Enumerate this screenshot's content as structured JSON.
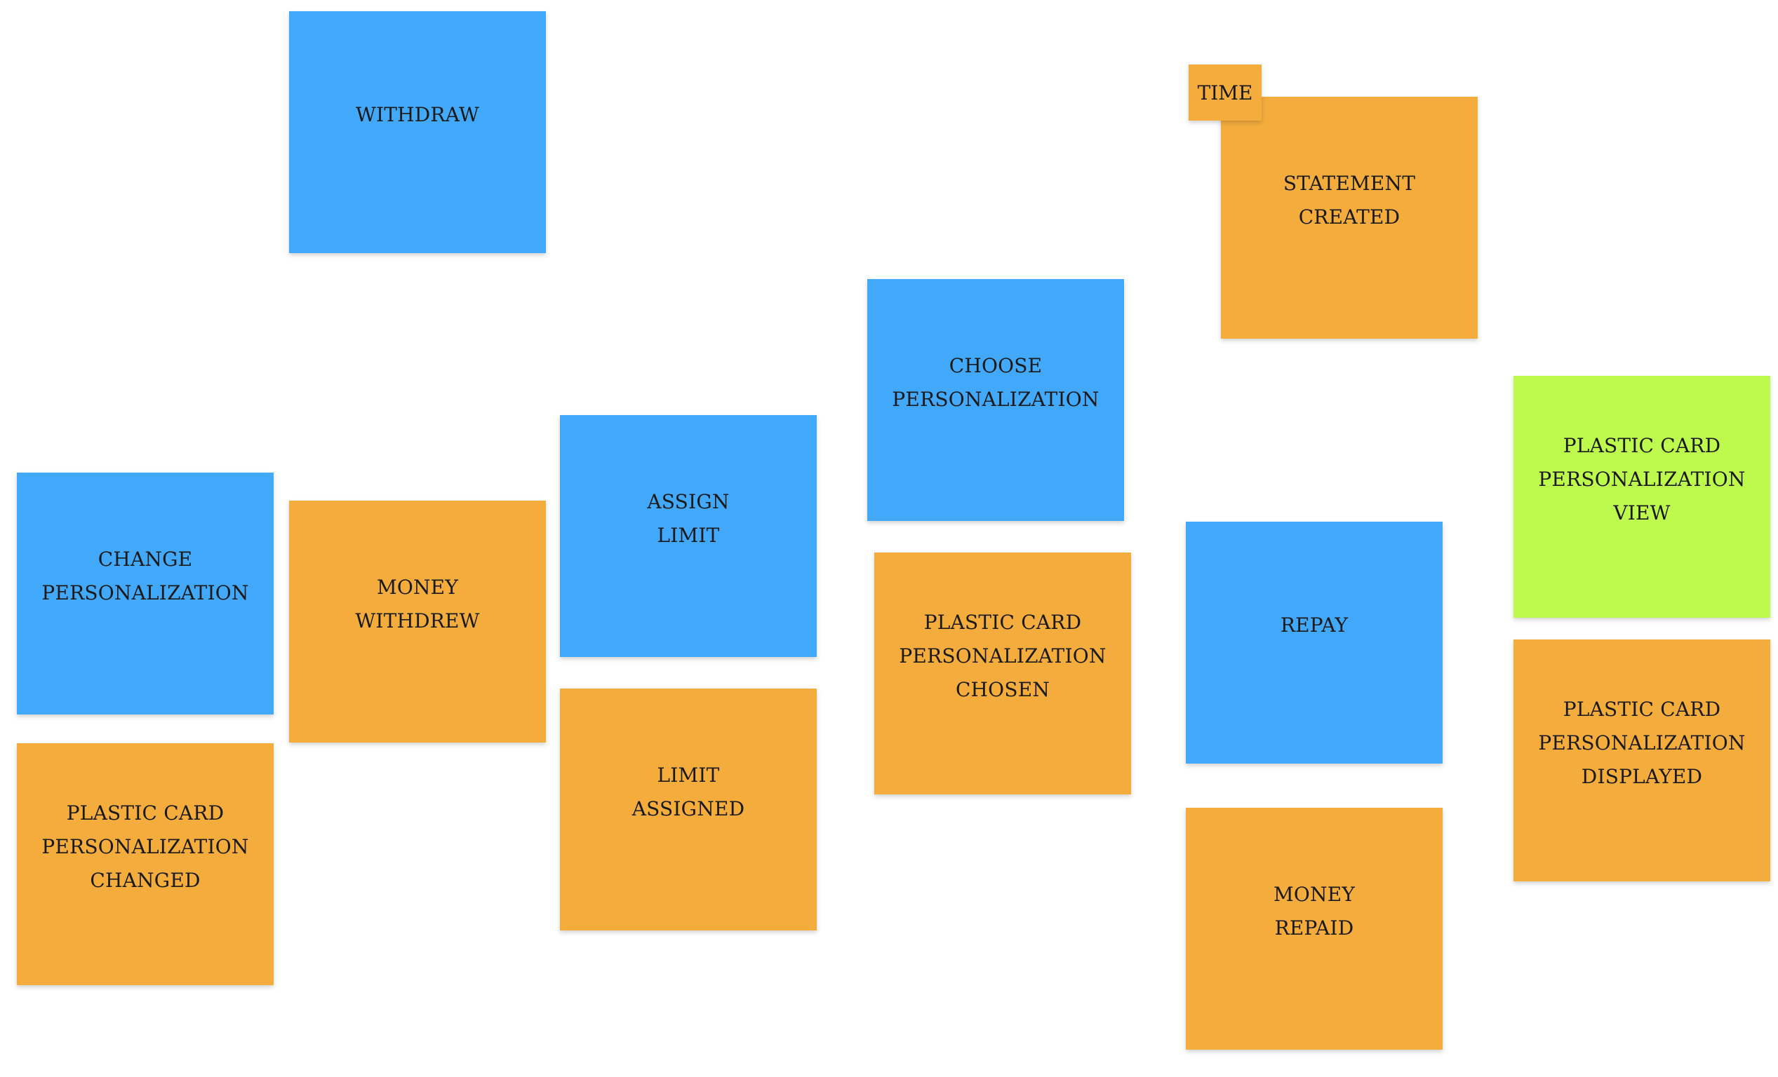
{
  "colors": {
    "command": "#42a8fa",
    "event": "#f4ad3d",
    "view": "#bdfa4d",
    "background": "#ffffff"
  },
  "notes": {
    "withdraw": [
      "WITHDRAW"
    ],
    "statement_created": [
      "STATEMENT",
      "CREATED"
    ],
    "choose_personalization": [
      "CHOOSE",
      "PERSONALIZATION"
    ],
    "plastic_card_personalization_view": [
      "PLASTIC CARD",
      "PERSONALIZATION",
      "VIEW"
    ],
    "assign_limit": [
      "ASSIGN",
      "LIMIT"
    ],
    "change_personalization": [
      "CHANGE",
      "PERSONALIZATION"
    ],
    "money_withdrew": [
      "MONEY",
      "WITHDREW"
    ],
    "plastic_card_personalization_chosen": [
      "PLASTIC CARD",
      "PERSONALIZATION",
      "CHOSEN"
    ],
    "repay": [
      "REPAY"
    ],
    "plastic_card_personalization_displayed": [
      "PLASTIC CARD",
      "PERSONALIZATION",
      "DISPLAYED"
    ],
    "limit_assigned": [
      "LIMIT",
      "ASSIGNED"
    ],
    "plastic_card_personalization_changed": [
      "PLASTIC CARD",
      "PERSONALIZATION",
      "CHANGED"
    ],
    "money_repaid": [
      "MONEY",
      "REPAID"
    ]
  },
  "tags": {
    "time": "TIME"
  }
}
